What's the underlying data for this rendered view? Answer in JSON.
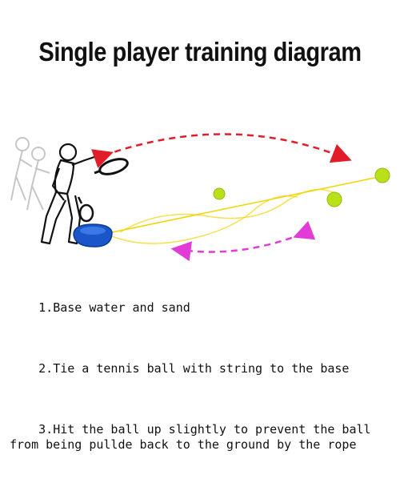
{
  "title": "Single player training diagram",
  "steps": [
    {
      "num": "1.",
      "text": "Base water and sand"
    },
    {
      "num": "2.",
      "text": "Tie a tennis ball with string to the base"
    },
    {
      "num": "3.",
      "text": "Hit the ball up slightly to prevent the ball from being pullde back to the ground by the rope"
    }
  ],
  "colors": {
    "outbound_arrow": "#e11d2a",
    "return_arrow": "#e23bd8",
    "string": "#f2d400",
    "ball": "#b8e11a",
    "base": "#1a56c9",
    "figure": "#111111"
  },
  "icons": [
    "tennis-player-figure",
    "tennis-racket-icon",
    "tennis-ball-icon",
    "training-base-icon"
  ]
}
